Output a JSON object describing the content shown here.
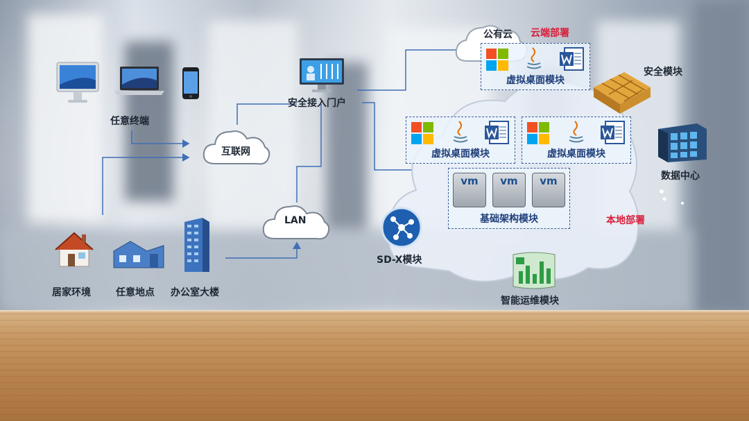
{
  "labels": {
    "any_terminal": "任意终端",
    "internet": "互联网",
    "secure_portal": "安全接入门户",
    "lan": "LAN",
    "home": "居家环境",
    "any_location": "任意地点",
    "office_building": "办公室大楼",
    "public_cloud": "公有云",
    "cloud_deploy": "云端部署",
    "security_module": "安全模块",
    "data_center": "数据中心",
    "local_deploy": "本地部署",
    "sdx_module": "SD-X模块",
    "smart_ops": "智能运维模块"
  },
  "modules": {
    "vdesktop_cloud": "虚拟桌面模块",
    "vdesktop_left": "虚拟桌面模块",
    "vdesktop_right": "虚拟桌面模块",
    "infra": "基础架构模块"
  },
  "vm_label": "vm",
  "colors": {
    "line": "#3f6fb5",
    "accent_red": "#d81e3a",
    "module_title": "#1f3f7a"
  },
  "icons": [
    "imac-icon",
    "macbook-icon",
    "iphone-icon",
    "cloud-icon",
    "monitor-icon",
    "house-icon",
    "building-icon",
    "skyscraper-icon",
    "windows-icon",
    "java-icon",
    "word-icon",
    "firewall-icon",
    "datacenter-icon",
    "network-icon",
    "dashboard-icon"
  ]
}
